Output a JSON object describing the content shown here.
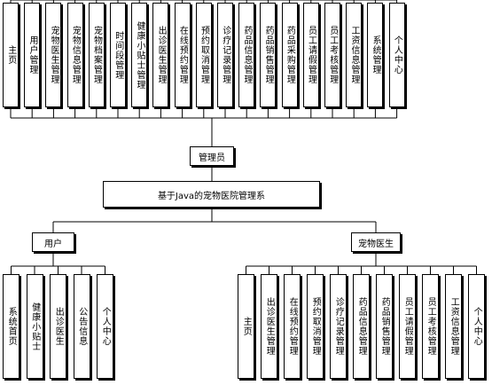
{
  "diagram": {
    "root": "基于Java的宠物医院管理系",
    "admin": {
      "label": "管理员",
      "children": [
        "主页",
        "用户管理",
        "宠物医生管理",
        "宠物信息管理",
        "宠物档案管理",
        "时间段管理",
        "健康小贴士管理",
        "出诊医生管理",
        "在线预约管理",
        "预约取消管理",
        "诊疗记录管理",
        "药品信息管理",
        "药品销售管理",
        "药品采购管理",
        "员工请假管理",
        "员工考核管理",
        "工资信息管理",
        "系统管理",
        "个人中心"
      ]
    },
    "user": {
      "label": "用户",
      "children": [
        "系统首页",
        "健康小贴士",
        "出诊医生",
        "公告信息",
        "个人中心"
      ]
    },
    "doctor": {
      "label": "宠物医生",
      "children": [
        "主页",
        "出诊医生管理",
        "在线预约管理",
        "预约取消管理",
        "诊疗记录管理",
        "药品信息管理",
        "药品销售管理",
        "员工请假管理",
        "员工考核管理",
        "工资信息管理",
        "个人中心"
      ]
    }
  }
}
